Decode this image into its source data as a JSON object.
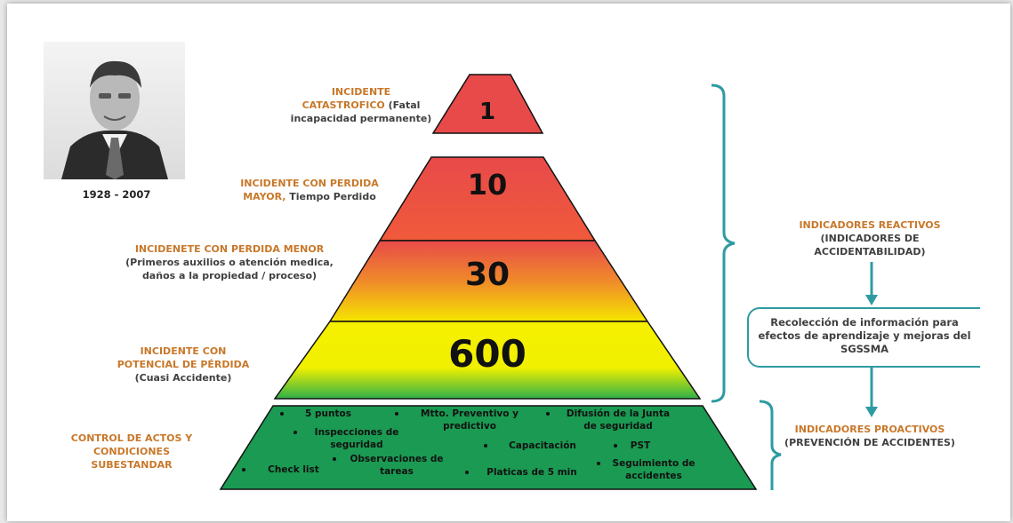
{
  "portrait": {
    "years": "1928 - 2007"
  },
  "levels": [
    {
      "number": "1",
      "label_orange": "INCIDENTE CATASTROFICO",
      "label_gray": "(Fatal incapacidad permanente)"
    },
    {
      "number": "10",
      "label_orange": "INCIDENTE CON PERDIDA MAYOR,",
      "label_gray": "Tiempo Perdido"
    },
    {
      "number": "30",
      "label_orange": "INCIDENETE CON PERDIDA MENOR",
      "label_gray": "(Primeros auxilios o atención medica, daños a la propiedad / proceso)"
    },
    {
      "number": "600",
      "label_orange": "INCIDENTE CON POTENCIAL DE PÉRDIDA",
      "label_gray": "(Cuasi Accidente)"
    }
  ],
  "base": {
    "label": "CONTROL DE ACTOS Y CONDICIONES SUBESTANDAR",
    "items": [
      "5 puntos",
      "Mtto. Preventivo y predictivo",
      "Difusión de la Junta de seguridad",
      "Inspecciones de seguridad",
      "Capacitación",
      "PST",
      "Check list",
      "Observaciones de tareas",
      "Platicas de 5 min",
      "Seguimiento de accidentes"
    ]
  },
  "right": {
    "reactive_title": "INDICADORES REACTIVOS",
    "reactive_sub": "(INDICADORES DE ACCIDENTABILIDAD)",
    "info_box": "Recolección de información para efectos de aprendizaje y mejoras del SGSSMA",
    "proactive_title": "INDICADORES PROACTIVOS",
    "proactive_sub": "(PREVENCIÓN DE ACCIDENTES)"
  },
  "colors": {
    "teal": "#2e9ba3",
    "orange": "#c8782a",
    "red": "#e84a4a",
    "yellow": "#f5f000",
    "green": "#1a9a52"
  }
}
